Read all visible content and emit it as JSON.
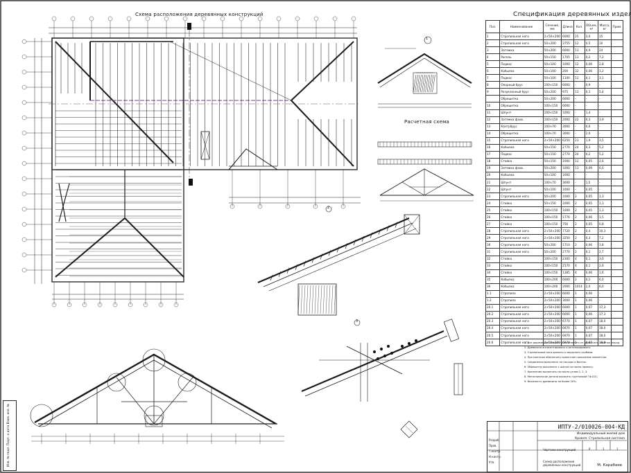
{
  "plan_title": "Схема расположения деревянных конструкций",
  "section_title": "Расчетная схема",
  "spec": {
    "title": "Спецификация деревянных изделий",
    "headers": [
      "Поз.",
      "Наименование",
      "Сечение, мм",
      "Длина",
      "Кол.",
      "Объем, м³",
      "Масса, кг",
      "Прим."
    ],
    "rows": [
      [
        "1",
        "Стропильная нога",
        "2×50×200",
        "6000",
        "25",
        "3,0",
        "15",
        ""
      ],
      [
        "2",
        "Стропильная нога",
        "50×200",
        "3755",
        "12",
        "0,5",
        "10",
        ""
      ],
      [
        "3",
        "Затяжка",
        "50×200",
        "6000",
        "13",
        "0,9",
        "24",
        ""
      ],
      [
        "4",
        "Ригель",
        "50×150",
        "1705",
        "13",
        "0,2",
        "7,2",
        ""
      ],
      [
        "5",
        "Подкос",
        "50×100",
        "1000",
        "12",
        "0,06",
        "2,8",
        ""
      ],
      [
        "6",
        "Кобылка",
        "50×100",
        "200",
        "32",
        "0,06",
        "1,2",
        ""
      ],
      [
        "7",
        "Подкос",
        "50×100",
        "1100",
        "12",
        "0,1",
        "3,1",
        ""
      ],
      [
        "8",
        "Опорный брус",
        "100×150",
        "6000",
        "-",
        "0,9",
        "-",
        ""
      ],
      [
        "9",
        "Разуклонный брус",
        "50×200",
        "975",
        "13",
        "0,1",
        "5,4",
        ""
      ],
      [
        "",
        "Обрешетка",
        "50×200",
        "6000",
        "-",
        "-",
        "-",
        ""
      ],
      [
        "10",
        "Обрешетка",
        "100×150",
        "6000",
        "-",
        "-",
        "-",
        ""
      ],
      [
        "11",
        "Шпунт",
        "100×150",
        "1000",
        "-",
        "1,4",
        "-",
        ""
      ],
      [
        "12",
        "Затяжка фахв.",
        "100×150",
        "2000",
        "22",
        "0,3",
        "3,9",
        ""
      ],
      [
        "13",
        "Контрбрус",
        "100×70",
        "3000",
        "-",
        "0,6",
        "-",
        ""
      ],
      [
        "14",
        "Обрешетка",
        "100×70",
        "3000",
        "-",
        "2,0",
        "-",
        ""
      ],
      [
        "15",
        "Стропильная нога",
        "2×50×200",
        "6250",
        "23",
        "1,9",
        "3,5",
        ""
      ],
      [
        "16",
        "Кобылка",
        "50×150",
        "2770",
        "24",
        "0,3",
        "5,2",
        ""
      ],
      [
        "17",
        "Подкос",
        "50×150",
        "2770",
        "24",
        "0,2",
        "5,2",
        ""
      ],
      [
        "18",
        "Стойка",
        "50×150",
        "1000",
        "12",
        "0,05",
        "2,6",
        ""
      ],
      [
        "19",
        "Затяжка фахв.",
        "50×200",
        "1000",
        "13",
        "0,09",
        "6,0",
        ""
      ],
      [
        "20",
        "Кобылка",
        "50×100",
        "1000",
        "-",
        "-",
        "-",
        ""
      ],
      [
        "21",
        "Шпунт",
        "100×70",
        "3000",
        "-",
        "1,5",
        "-",
        ""
      ],
      [
        "22",
        "Шпунт",
        "50×100",
        "1000",
        "-",
        "0,05",
        "-",
        ""
      ],
      [
        "23",
        "Стропильная нога",
        "50×200",
        "1000",
        "2",
        "0,05",
        "1,3",
        ""
      ],
      [
        "24",
        "Стойка",
        "50×150",
        "1000",
        "2",
        "0,05",
        "1,3",
        ""
      ],
      [
        "25",
        "Стойка",
        "100×150",
        "1000",
        "2",
        "0,05",
        "1,3",
        ""
      ],
      [
        "26",
        "Стойка",
        "100×150",
        "1776",
        "2",
        "0,06",
        "1,5",
        ""
      ],
      [
        "27",
        "Стойка",
        "100×150",
        "756",
        "2",
        "0,05",
        "0,8",
        ""
      ],
      [
        "28",
        "Стропильная нога",
        "2×50×200",
        "7720",
        "2",
        "0,4",
        "10,3",
        ""
      ],
      [
        "29",
        "Стропильная нога",
        "2×50×200",
        "3250",
        "2",
        "0,3",
        "7,2",
        ""
      ],
      [
        "30",
        "Стропильная нога",
        "50×200",
        "1710",
        "2",
        "0,06",
        "1,8",
        ""
      ],
      [
        "31",
        "Стропильная нога",
        "50×200",
        "2770",
        "2",
        "0,1",
        "2,7",
        ""
      ],
      [
        "32",
        "Стойка",
        "100×150",
        "2300",
        "4",
        "0,1",
        "3,0",
        ""
      ],
      [
        "33",
        "Стойка",
        "100×150",
        "2170",
        "4",
        "0,1",
        "2,6",
        ""
      ],
      [
        "34",
        "Стойка",
        "100×150",
        "1385",
        "4",
        "0,06",
        "1,6",
        ""
      ],
      [
        "35",
        "Кобылка",
        "100×200",
        "6000",
        "2",
        "0,2",
        "6,0",
        ""
      ],
      [
        "36",
        "Кобылка",
        "100×200",
        "2000",
        "1014",
        "2,0",
        "6,0",
        ""
      ],
      [
        "1.1",
        "Стропила",
        "2×50×200",
        "6000",
        "1",
        "0,06",
        "-",
        ""
      ],
      [
        "1.2",
        "Стропила",
        "2×50×200",
        "3000",
        "1",
        "0,06",
        "-",
        ""
      ],
      [
        "20.1",
        "Стропильная нога",
        "2×50×200",
        "6000",
        "1",
        "0,07",
        "17,3",
        ""
      ],
      [
        "20.2",
        "Стропильная нога",
        "2×50×200",
        "6000",
        "1",
        "0,06",
        "17,3",
        ""
      ],
      [
        "20.3",
        "Стропильная нога",
        "2×50×200",
        "6770",
        "1",
        "0,07",
        "18,0",
        ""
      ],
      [
        "20.4",
        "Стропильная нога",
        "2×50×200",
        "6970",
        "1",
        "0,07",
        "18,0",
        ""
      ],
      [
        "20.5",
        "Стропильная нога",
        "2×50×200",
        "6970",
        "1",
        "0,07",
        "18,0",
        ""
      ],
      [
        "20.6",
        "Стропильная нога",
        "2×50×200",
        "6970",
        "1",
        "0,07",
        "18,0",
        ""
      ]
    ]
  },
  "notes": [
    "1. Все деревянные элементы изготовлять из древесины хвойных пород.",
    "2. Древесина антисептировать и антипирировать.",
    "3. Стропильные ноги крепить к мауэрлату скобами.",
    "4. При монтаже обеспечить проектное положение элементов.",
    "5. Соединения выполнять на гвоздях и болтах.",
    "6. Обрешетку выполнять с шагом согласно проекту.",
    "7. Крепление выполнять согласно узлам 1, 2, 3.",
    "8. Металлические детали окрасить грунтовкой ГФ-021.",
    "9. Влажность древесины не более 20%."
  ],
  "stamp": {
    "doc_no": "ИПТУ-2/010026-004-КД",
    "line1": "Индивидуальный жилой дом",
    "line2": "Кровля. Стропильная система",
    "line3": "Чертежи конструкций",
    "line4": "Схема расположения деревянных конструкций",
    "stage": "Р",
    "sheet": "1",
    "sheets": "1",
    "org": "М. Карабаев",
    "roles": [
      "Разраб.",
      "Пров.",
      "Т.контр.",
      "Н.контр.",
      "Утв."
    ]
  },
  "side_frame": "Инв. № подл.  Подп. и дата  Взам. инв. №",
  "callouts": [
    "1",
    "2",
    "3"
  ],
  "colors": {
    "ink": "#1a1a1a",
    "accent": "#7a3a8c"
  }
}
